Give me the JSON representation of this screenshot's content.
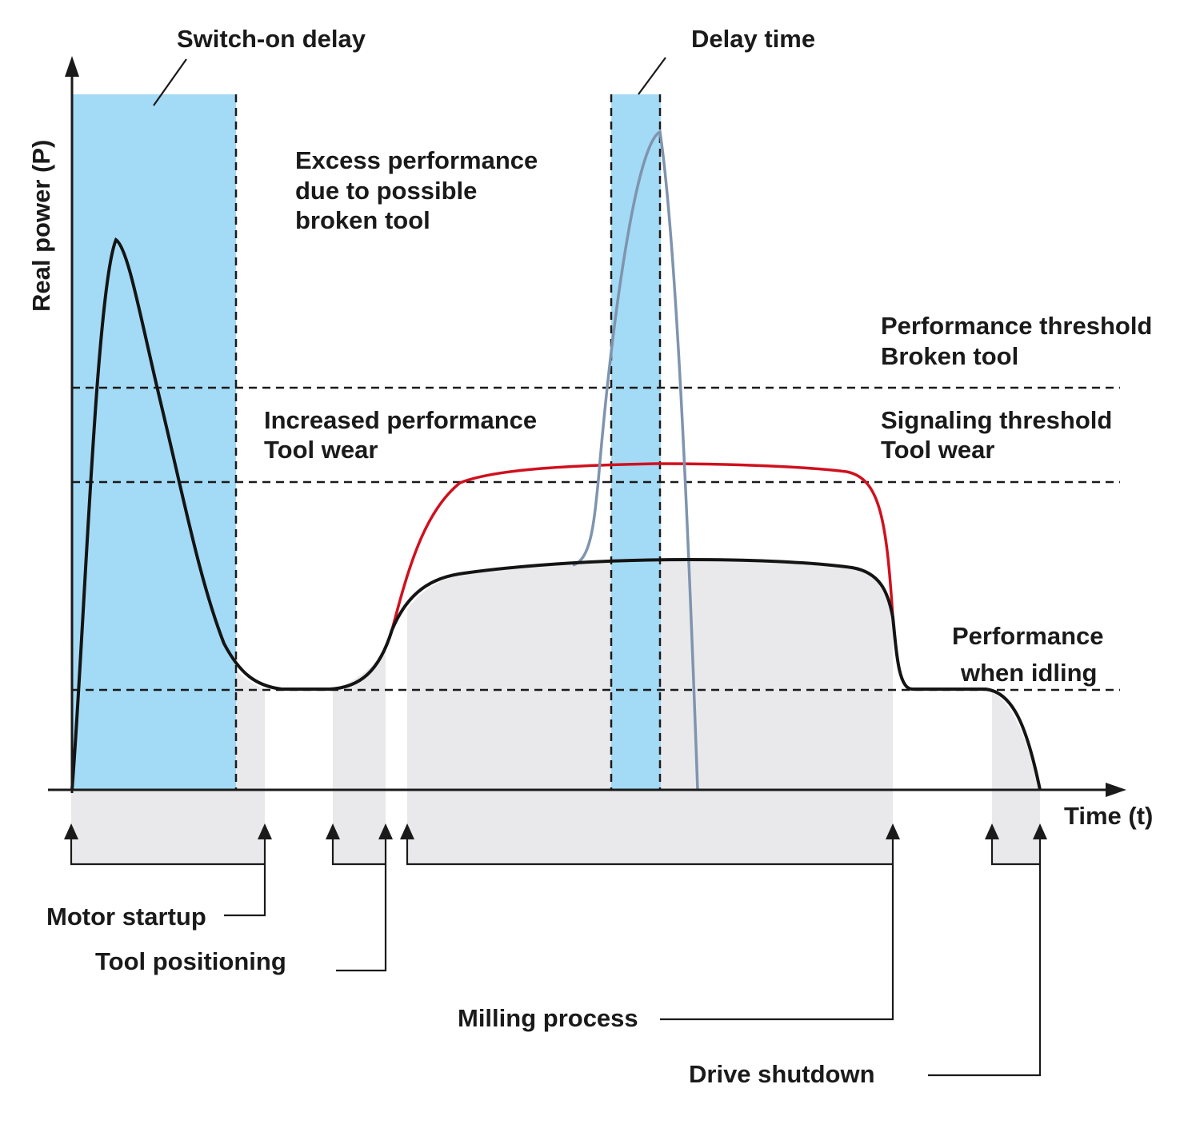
{
  "axes": {
    "y_label": "Real power (P)",
    "x_label": "Time (t)"
  },
  "colors": {
    "delay_band": "#a3daf5",
    "phase_fill": "#e9e9ec",
    "normal_curve": "#141414",
    "tool_wear_curve": "#d0101e",
    "broken_tool_curve": "#7f94ae"
  },
  "annotations": {
    "switch_on_delay": "Switch-on delay",
    "delay_time": "Delay time",
    "excess_performance": [
      "Excess performance",
      "due to possible",
      "broken tool"
    ],
    "performance_threshold": [
      "Performance threshold",
      "Broken tool"
    ],
    "increased_performance": [
      "Increased performance",
      "Tool wear"
    ],
    "signaling_threshold": [
      "Signaling threshold",
      "Tool wear"
    ],
    "idle_performance": [
      "Performance",
      "when idling"
    ]
  },
  "phases": {
    "motor_startup": "Motor startup",
    "tool_positioning": "Tool positioning",
    "milling_process": "Milling process",
    "drive_shutdown": "Drive shutdown"
  }
}
